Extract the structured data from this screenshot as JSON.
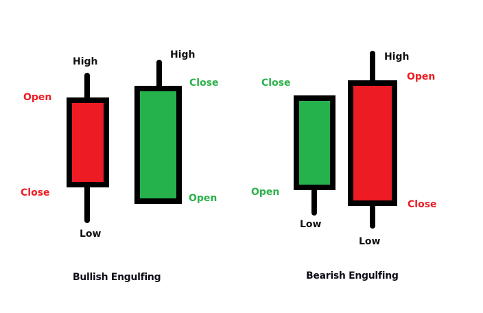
{
  "colors": {
    "bull_fill": "#25b14c",
    "bear_fill": "#ed1c24",
    "outline": "#000000",
    "label_green": "#2db14b",
    "label_red": "#ed1c24",
    "label_black": "#111111"
  },
  "patterns": [
    {
      "caption": "Bullish Engulfing",
      "candles": [
        {
          "type": "bearish",
          "labels": {
            "high": "High",
            "open": "Open",
            "close": "Close",
            "low": "Low"
          }
        },
        {
          "type": "bullish",
          "labels": {
            "high": "High",
            "close": "Close",
            "open": "Open"
          }
        }
      ]
    },
    {
      "caption": "Bearish Engulfing",
      "candles": [
        {
          "type": "bullish",
          "labels": {
            "close": "Close",
            "open": "Open",
            "low": "Low"
          }
        },
        {
          "type": "bearish",
          "labels": {
            "high": "High",
            "open": "Open",
            "close": "Close",
            "low": "Low"
          }
        }
      ]
    }
  ]
}
